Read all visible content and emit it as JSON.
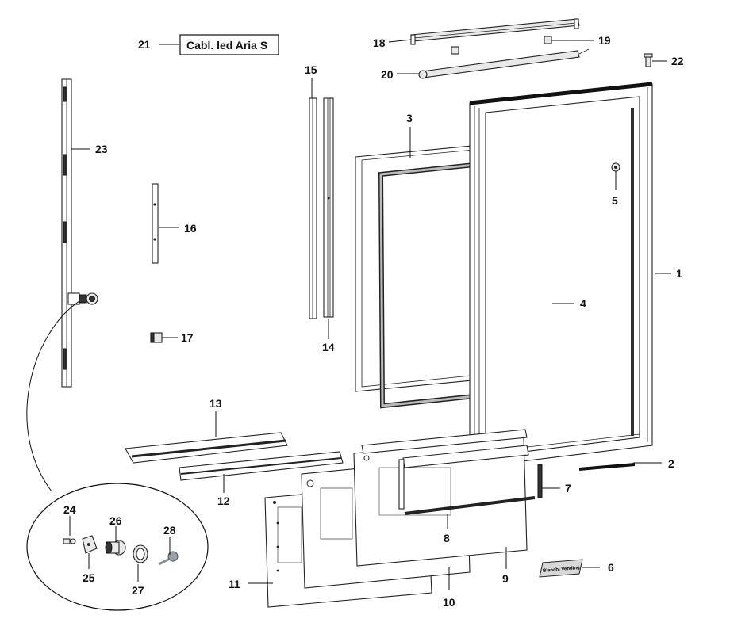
{
  "diagram": {
    "cable_label": "Cabl. led Aria S",
    "badge_text": "Blanchi Vending",
    "parts": [
      {
        "id": "p1",
        "num": "1"
      },
      {
        "id": "p2",
        "num": "2"
      },
      {
        "id": "p3",
        "num": "3"
      },
      {
        "id": "p4",
        "num": "4"
      },
      {
        "id": "p5",
        "num": "5"
      },
      {
        "id": "p6",
        "num": "6"
      },
      {
        "id": "p7",
        "num": "7"
      },
      {
        "id": "p8",
        "num": "8"
      },
      {
        "id": "p9",
        "num": "9"
      },
      {
        "id": "p10",
        "num": "10"
      },
      {
        "id": "p11",
        "num": "11"
      },
      {
        "id": "p12",
        "num": "12"
      },
      {
        "id": "p13",
        "num": "13"
      },
      {
        "id": "p14",
        "num": "14"
      },
      {
        "id": "p15",
        "num": "15"
      },
      {
        "id": "p16",
        "num": "16"
      },
      {
        "id": "p17",
        "num": "17"
      },
      {
        "id": "p18",
        "num": "18"
      },
      {
        "id": "p19",
        "num": "19"
      },
      {
        "id": "p20",
        "num": "20"
      },
      {
        "id": "p21",
        "num": "21"
      },
      {
        "id": "p22",
        "num": "22"
      },
      {
        "id": "p23",
        "num": "23"
      },
      {
        "id": "p24",
        "num": "24"
      },
      {
        "id": "p25",
        "num": "25"
      },
      {
        "id": "p26",
        "num": "26"
      },
      {
        "id": "p27",
        "num": "27"
      },
      {
        "id": "p28",
        "num": "28"
      }
    ]
  }
}
